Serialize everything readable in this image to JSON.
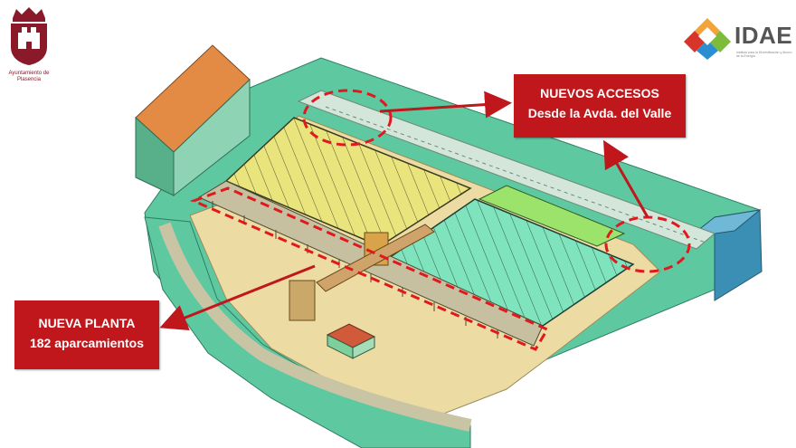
{
  "logos": {
    "left": {
      "caption_line1": "Ayuntamiento de",
      "caption_line2": "Plasencia"
    },
    "right": {
      "brand": "IDAE",
      "tagline": "Instituto para la Diversificación y Ahorro de la Energía"
    }
  },
  "callouts": {
    "accesos": {
      "line1": "NUEVOS ACCESOS",
      "line2": "Desde la Avda. del Valle"
    },
    "planta": {
      "line1": "NUEVA PLANTA",
      "line2": "182 aparcamientos"
    }
  },
  "colors": {
    "callout_red": "#c0171c",
    "highlight_dash": "#e0191f",
    "roof_yellow": "#e9e57c",
    "roof_green": "#7fe3bd",
    "ground_sand": "#ecdca3",
    "terrain_green": "#5ec9a1"
  }
}
